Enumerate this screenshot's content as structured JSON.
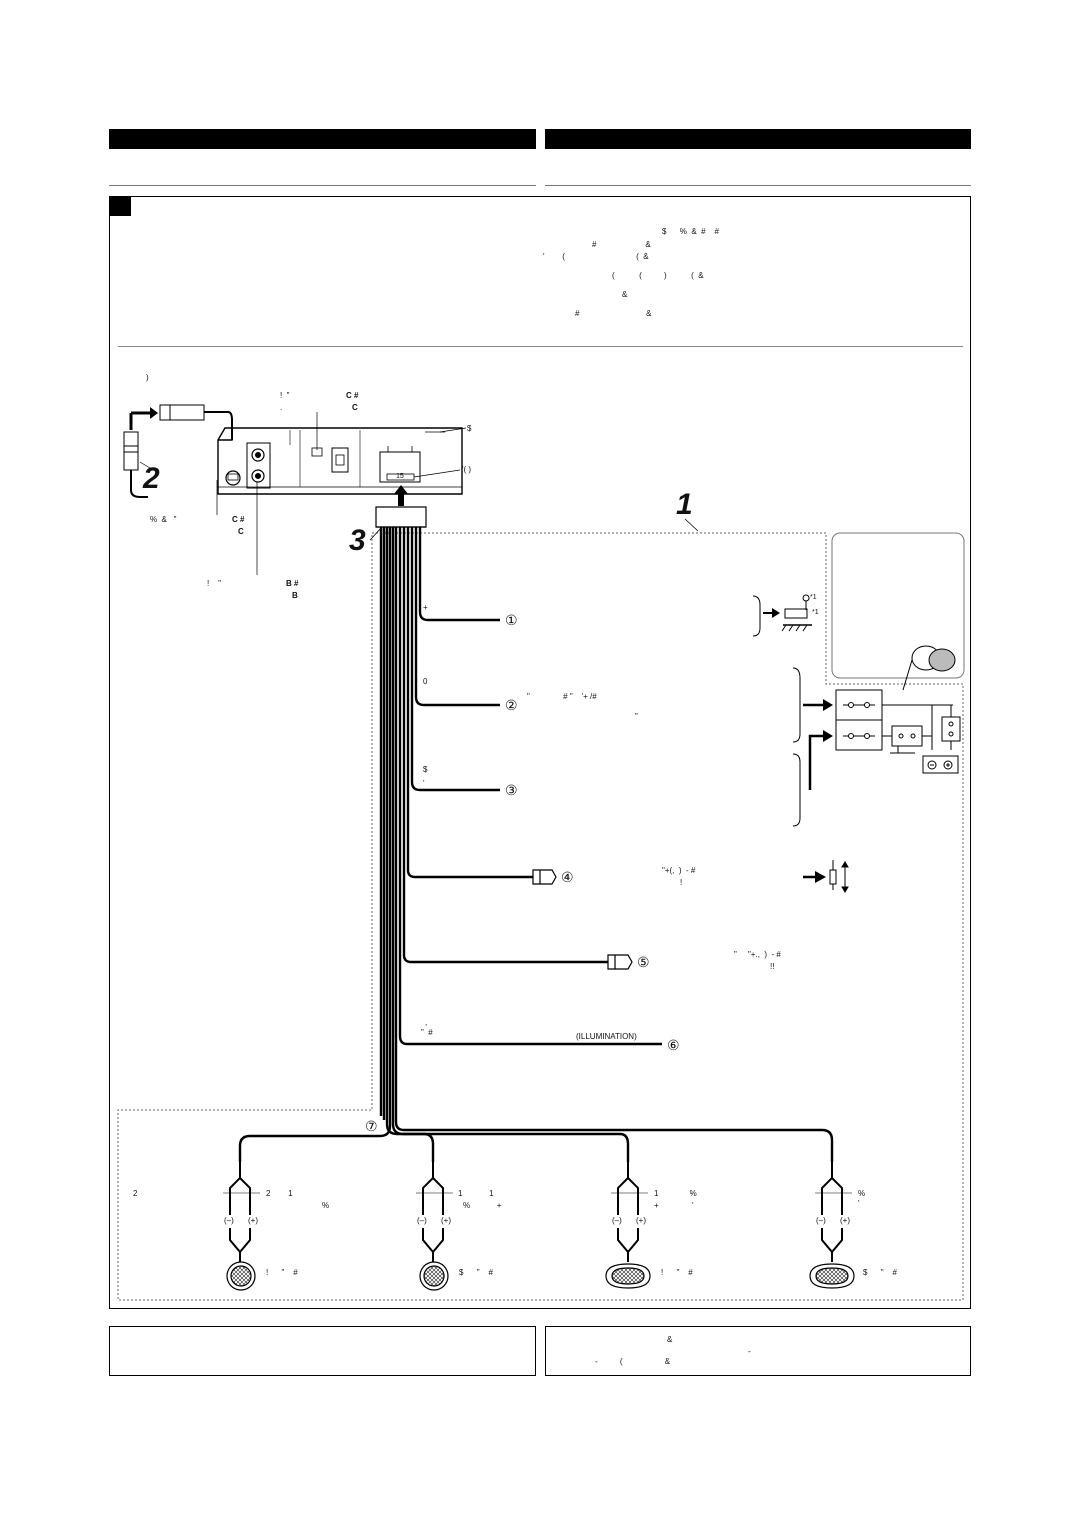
{
  "colors": {
    "ink": "#000000",
    "rule": "#777777",
    "dotted": "#666666"
  },
  "step_numbers": {
    "one": "1",
    "two": "2",
    "three": "3"
  },
  "circled": [
    "①",
    "②",
    "③",
    "④",
    "⑤",
    "⑥",
    "⑦"
  ],
  "right_intro_lines": [
    "$      %  &  #    #",
    "#                      &",
    "'        (                                (  &",
    "(           (          )           (  &",
    "&",
    "#                              &"
  ],
  "unit_labels": {
    "top_left": ")",
    "antenna_top": "!  \"",
    "antenna_sub": ".",
    "ref_c1": "C #",
    "ref_c2": "C",
    "dollar": "$",
    "fuse_paren": "'( )",
    "fuse_value": "15",
    "lower_left": "%  &   \"",
    "ref_c3": "C #",
    "ref_c4": "C",
    "line_out": "!    \"",
    "ref_b1": "B #",
    "ref_b2": "B"
  },
  "wire_labels": {
    "w1": "+",
    "w2_top": "0",
    "w2_mid": "\"               # \"    '+ /#",
    "w2_sub": "\"",
    "w3_top": "$",
    "w3_sub": "'",
    "w4": "\"+(,  )  - #",
    "w4_sub": "!",
    "w5": "\"     \"+.,  )  - #",
    "w5_sub": "!!",
    "w6_a": ",",
    "w6_b": "\"  #",
    "illumination": "(ILLUMINATION)",
    "star1": "*1",
    "star2": "*1"
  },
  "speakers": {
    "left_label": "2",
    "s1_line1": "2        1",
    "s1_line2": "%",
    "s2_line1": "1            1",
    "s2_line2": "%            +",
    "s3_line1": "1              %",
    "s3_line2": "+               '",
    "s4_line1": "%",
    "s4_line2": "'",
    "minus": "(–)",
    "plus": "(+)",
    "sp1_name": "!      \"    #",
    "sp2_name": "$      \"    #",
    "sp3_name": "!      \"    #",
    "sp4_name": "$      \"    #"
  },
  "bottom_right_lines": [
    "&",
    "-",
    "-          (                   &"
  ]
}
